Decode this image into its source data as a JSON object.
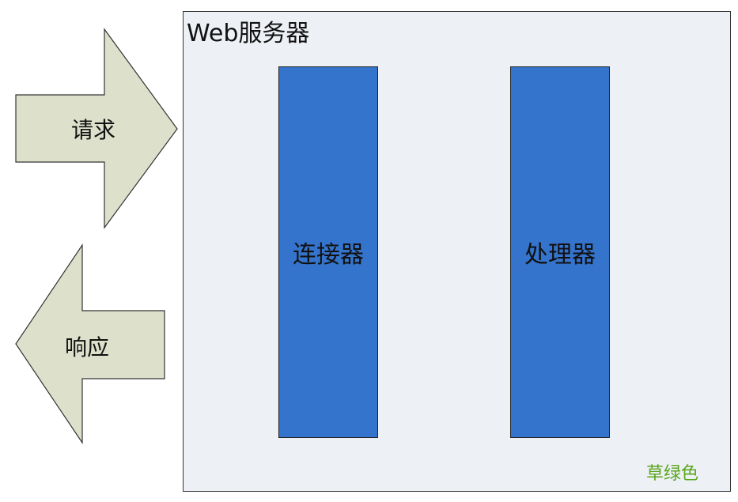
{
  "diagram": {
    "request_arrow": {
      "label": "请求",
      "direction": "right",
      "fill": "#dde1cc"
    },
    "response_arrow": {
      "label": "响应",
      "direction": "left",
      "fill": "#dde1cc"
    },
    "server": {
      "title": "Web服务器",
      "background": "#edf0f5",
      "components": [
        {
          "label": "连接器",
          "fill": "#3574cc"
        },
        {
          "label": "处理器",
          "fill": "#3574cc"
        }
      ],
      "note": "草绿色",
      "note_color": "#5aa61e"
    }
  }
}
